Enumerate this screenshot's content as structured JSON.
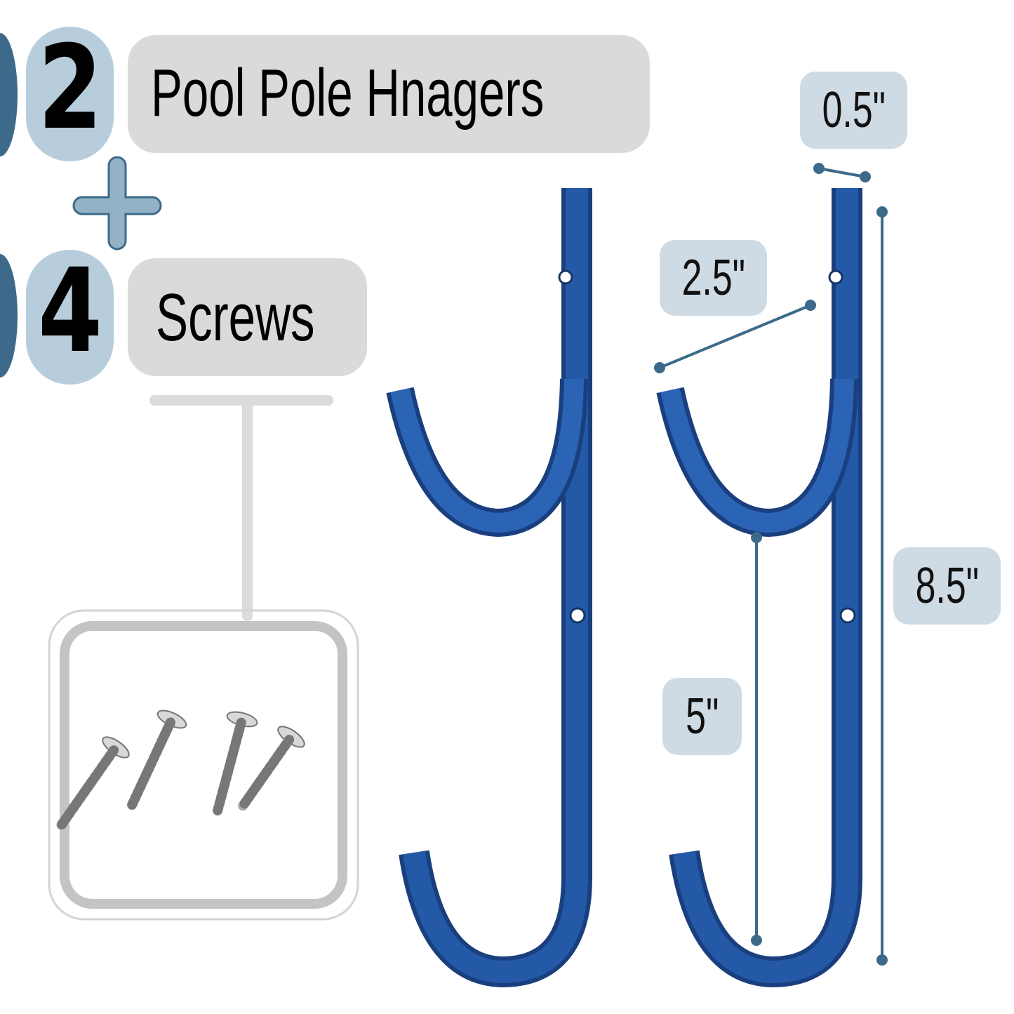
{
  "counts": [
    {
      "number": "2",
      "label": "Pool Pole Hnagers"
    },
    {
      "number": "4",
      "label": "Screws"
    }
  ],
  "plus_icon": "plus-icon",
  "dimensions": {
    "thickness": "0.5\"",
    "hook_depth": "2.5\"",
    "hook_spacing": "5\"",
    "total_length": "8.5\""
  },
  "colors": {
    "hanger_blue": "#1f4e96",
    "accent_blue": "#3d6a8a",
    "badge_light": "#b8cddb",
    "pill_gray": "#d9dadc"
  }
}
